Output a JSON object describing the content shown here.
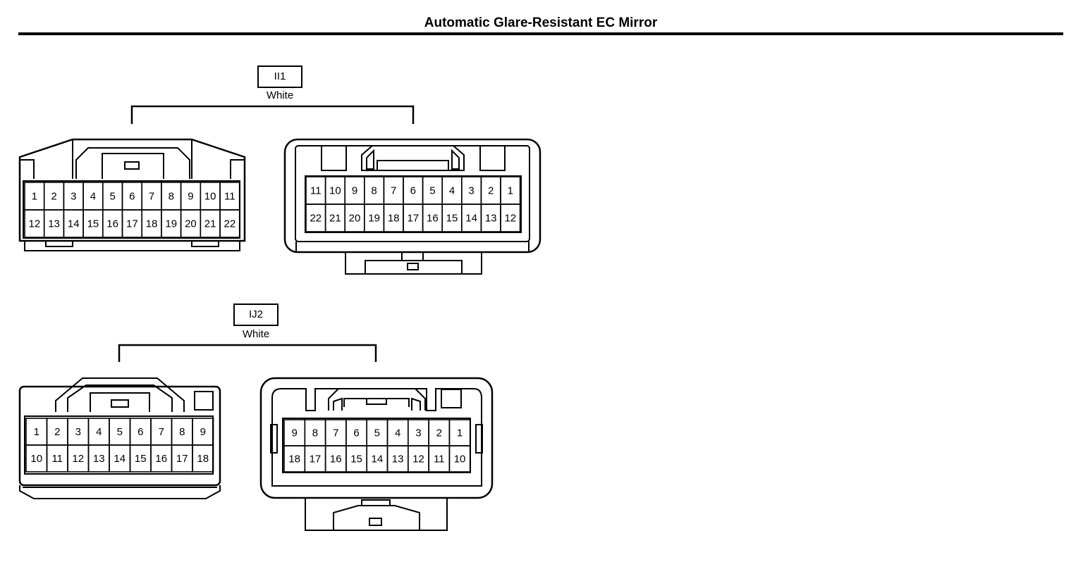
{
  "title": "Automatic Glare-Resistant EC Mirror",
  "connectors": [
    {
      "code": "II1",
      "color": "White",
      "left_view": {
        "row1": [
          "1",
          "2",
          "3",
          "4",
          "5",
          "6",
          "7",
          "8",
          "9",
          "10",
          "11"
        ],
        "row2": [
          "12",
          "13",
          "14",
          "15",
          "16",
          "17",
          "18",
          "19",
          "20",
          "21",
          "22"
        ]
      },
      "right_view": {
        "row1": [
          "11",
          "10",
          "9",
          "8",
          "7",
          "6",
          "5",
          "4",
          "3",
          "2",
          "1"
        ],
        "row2": [
          "22",
          "21",
          "20",
          "19",
          "18",
          "17",
          "16",
          "15",
          "14",
          "13",
          "12"
        ]
      }
    },
    {
      "code": "IJ2",
      "color": "White",
      "left_view": {
        "row1": [
          "1",
          "2",
          "3",
          "4",
          "5",
          "6",
          "7",
          "8",
          "9"
        ],
        "row2": [
          "10",
          "11",
          "12",
          "13",
          "14",
          "15",
          "16",
          "17",
          "18"
        ]
      },
      "right_view": {
        "row1": [
          "9",
          "8",
          "7",
          "6",
          "5",
          "4",
          "3",
          "2",
          "1"
        ],
        "row2": [
          "18",
          "17",
          "16",
          "15",
          "14",
          "13",
          "12",
          "11",
          "10"
        ]
      }
    }
  ]
}
